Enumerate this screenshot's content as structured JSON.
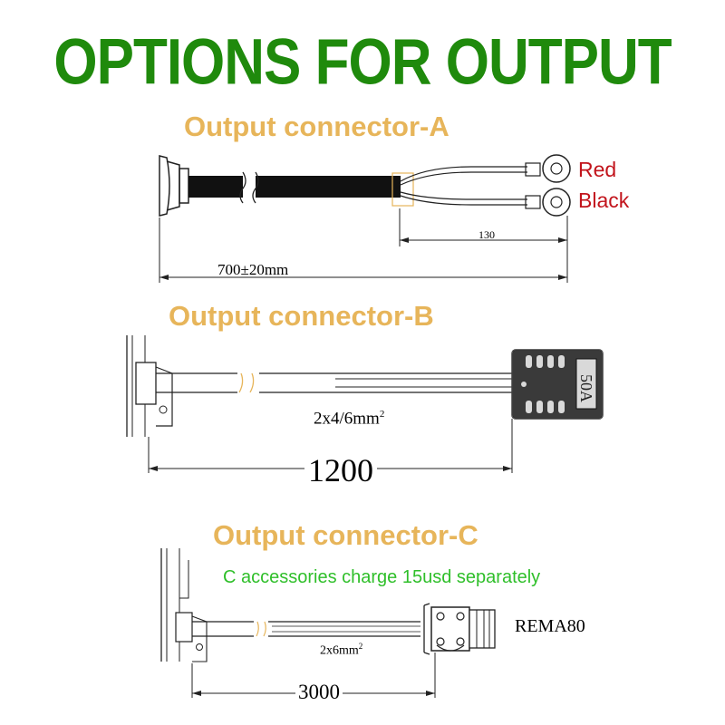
{
  "title": "OPTIONS FOR OUTPUT",
  "colors": {
    "title": "#1f8a0c",
    "section_heading": "#e7b55a",
    "wire_label": "#c2141c",
    "note": "#2fbf2a"
  },
  "connector_a": {
    "heading": "Output connector-A",
    "wire_labels": [
      "Red",
      "Black"
    ],
    "dim_split": "130",
    "dim_total": "700±20mm"
  },
  "connector_b": {
    "heading": "Output connector-B",
    "cable_spec_base": "2x4/6mm",
    "cable_spec_sup": "2",
    "plug_rating": "50A",
    "dim_length": "1200"
  },
  "connector_c": {
    "heading": "Output connector-C",
    "note": "C accessories charge 15usd separately",
    "cable_spec_base": "2x6mm",
    "cable_spec_sup": "2",
    "plug_model": "REMA80",
    "dim_length": "3000"
  }
}
